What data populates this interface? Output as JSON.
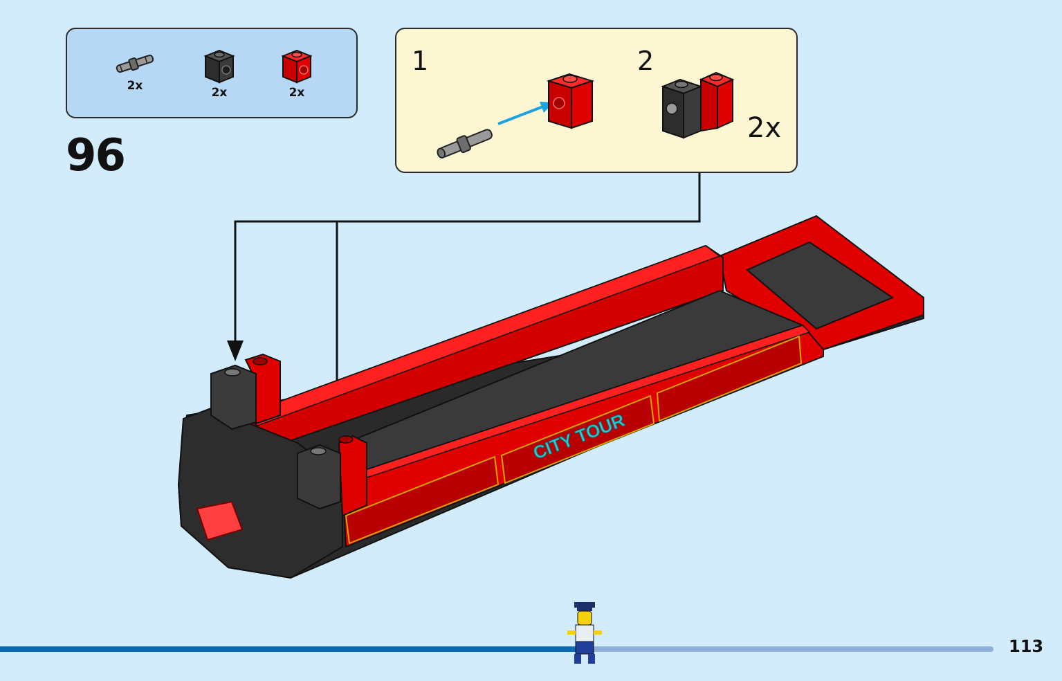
{
  "parts_list": [
    {
      "icon": "pin-icon",
      "qty": "2x"
    },
    {
      "icon": "black-technic-brick-icon",
      "qty": "2x"
    },
    {
      "icon": "red-technic-brick-icon",
      "qty": "2x"
    }
  ],
  "step": {
    "number": "96"
  },
  "sub_assembly": {
    "step1_label": "1",
    "step2_label": "2",
    "multiplier": "2x"
  },
  "model": {
    "sticker_text": "CITY TOUR"
  },
  "colors": {
    "red": "#e00000",
    "dark_red": "#a00000",
    "black": "#2d2d2d",
    "gray": "#8c8c8c",
    "progress_done": "#0a68b3",
    "progress_remaining": "#8fb0dd",
    "arrow_blue": "#1aa3e0"
  },
  "progress": {
    "fraction": 0.55
  },
  "page": {
    "number": "113"
  }
}
